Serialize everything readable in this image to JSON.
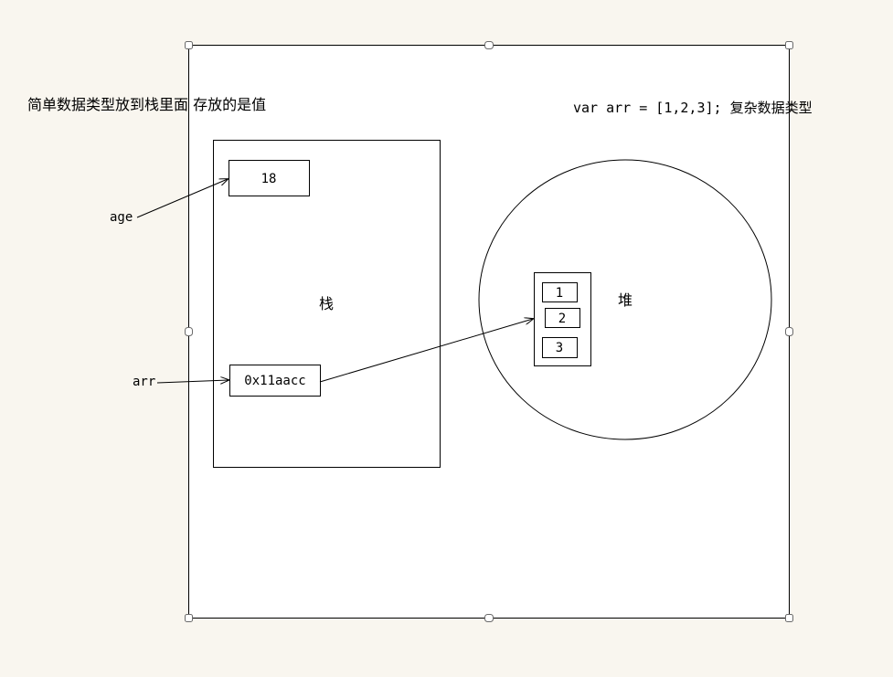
{
  "labels": {
    "primitive_note": "简单数据类型放到栈里面 存放的是值",
    "complex_note": "var arr = [1,2,3]; 复杂数据类型",
    "stack": "栈",
    "heap": "堆"
  },
  "variables": {
    "age_name": "age",
    "age_value": "18",
    "arr_name": "arr",
    "arr_value": "0x11aacc"
  },
  "heap": {
    "items": [
      "1",
      "2",
      "3"
    ]
  }
}
